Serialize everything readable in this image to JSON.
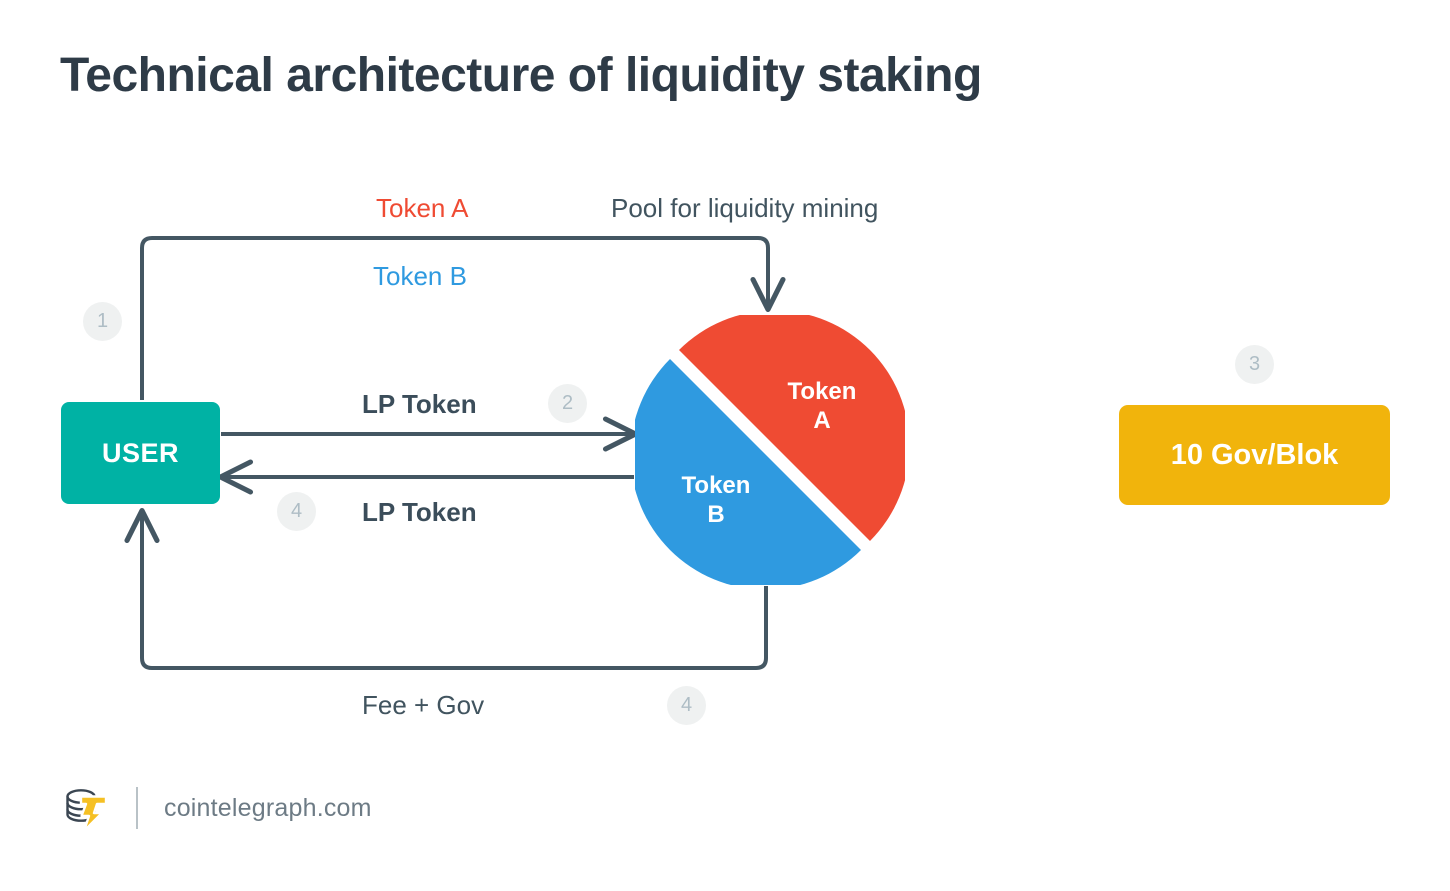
{
  "page": {
    "title": "Technical architecture of liquidity staking",
    "background_color": "#ffffff"
  },
  "colors": {
    "title_text": "#2e3b47",
    "line": "#445763",
    "token_a_red": "#ef4b33",
    "token_b_blue": "#2f9ae0",
    "user_teal": "#00b2a4",
    "gov_yellow": "#f1b40c",
    "badge_bg": "#eff1f1",
    "badge_text": "#aebdc5",
    "label_text": "#41545f"
  },
  "nodes": {
    "user": {
      "label": "USER"
    },
    "gov": {
      "label": "10 Gov/Blok"
    },
    "pool": {
      "caption": "Pool for liquidity mining",
      "slice_a_label": "Token\nA",
      "slice_a_line1": "Token",
      "slice_a_line2": "A",
      "slice_b_line1": "Token",
      "slice_b_line2": "B"
    }
  },
  "edge_labels": {
    "token_a": "Token A",
    "token_b": "Token B",
    "pool_caption": "Pool for liquidity mining",
    "lp_token_out": "LP Token",
    "lp_token_in": "LP Token",
    "fee_gov": "Fee + Gov"
  },
  "steps": {
    "badge_1": "1",
    "badge_2": "2",
    "badge_3": "3",
    "badge_4a": "4",
    "badge_4b": "4"
  },
  "chart_data": {
    "type": "pie",
    "title": "Pool for liquidity mining",
    "categories": [
      "Token A",
      "Token B"
    ],
    "values": [
      50,
      50
    ],
    "colors": [
      "#ef4b33",
      "#2f9ae0"
    ],
    "labels": [
      "Token A",
      "Token B"
    ],
    "legend": "none",
    "notes": "Two equal halves split along a diagonal; upper-right half is Token A (red), lower-left half is Token B (blue)."
  },
  "footer": {
    "url": "cointelegraph.com",
    "logo_name": "cointelegraph-coin-stack-logo"
  }
}
